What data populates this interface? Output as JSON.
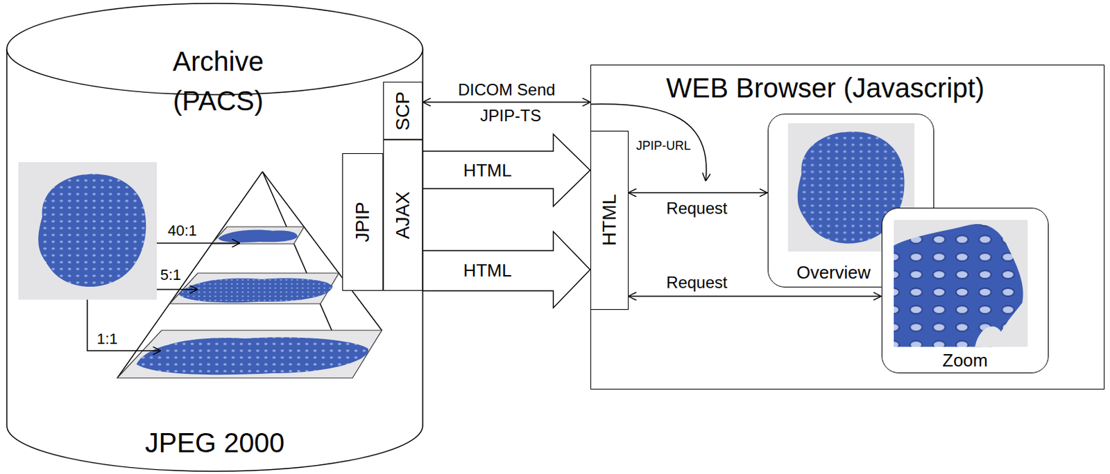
{
  "diagram": {
    "nodes": [
      {
        "text": [
          "Archive (PACS)",
          "JPEG 2000"
        ]
      },
      {
        "text": [
          "SCP"
        ],
        "in": 0
      },
      {
        "text": [
          "JPIP"
        ],
        "in": 0
      },
      {
        "text": [
          "AJAX"
        ],
        "in": 0
      },
      {
        "text": [
          "WEB Browser (Javascript)"
        ]
      },
      {
        "text": [
          "HTML"
        ],
        "in": 4
      },
      {
        "text": [
          "Overview"
        ],
        "in": 4
      },
      {
        "text": [
          "Zoom"
        ],
        "in": 4
      }
    ],
    "edges": [
      {
        "from": 1,
        "to": 4,
        "arrow": "both",
        "label": "DICOM Send"
      },
      {
        "from": 3,
        "to": 5,
        "arrow": "to",
        "label": "HTML"
      },
      {
        "from": 3,
        "to": 5,
        "arrow": "to",
        "label": "HTML"
      },
      {
        "from": 5,
        "to": 6,
        "arrow": "both",
        "label": "Request"
      },
      {
        "from": 5,
        "to": 7,
        "arrow": "both",
        "label": "Request"
      }
    ],
    "labels": [
      "40:1",
      "5:1",
      "1:1",
      "JPIP-TS",
      "JPIP-URL"
    ]
  }
}
